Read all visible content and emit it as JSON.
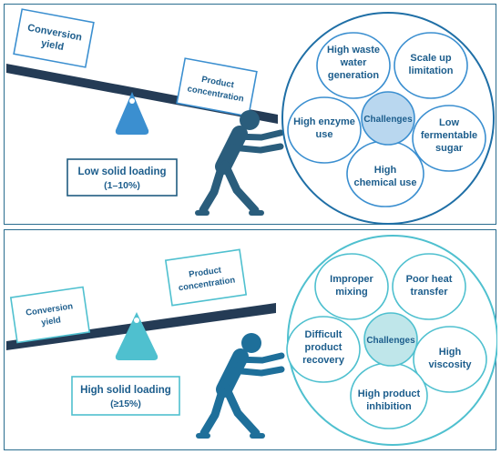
{
  "panels": {
    "low": {
      "seesaw": {
        "left_box": [
          "Conversion",
          "yield"
        ],
        "right_box": [
          "Product",
          "concentration"
        ]
      },
      "loading_box": {
        "line1": "Low solid loading",
        "line2": "(1–10%)"
      },
      "center_label": "Challenges",
      "challenges": [
        [
          "High waste",
          "water",
          "generation"
        ],
        [
          "Scale up",
          "limitation"
        ],
        [
          "Low",
          "fermentable",
          "sugar"
        ],
        [
          "High",
          "chemical use"
        ],
        [
          "High enzyme",
          "use"
        ]
      ],
      "colors": {
        "primary": "#2a6d8f",
        "accent": "#3b8fd0",
        "center_fill": "#b9d7ef"
      }
    },
    "high": {
      "seesaw": {
        "left_box": [
          "Conversion",
          "yield"
        ],
        "right_box": [
          "Product",
          "concentration"
        ]
      },
      "loading_box": {
        "line1": "High solid loading",
        "line2": "(≥15%)"
      },
      "center_label": "Challenges",
      "challenges": [
        [
          "Improper",
          "mixing"
        ],
        [
          "Poor heat",
          "transfer"
        ],
        [
          "High",
          "viscosity"
        ],
        [
          "High product",
          "inhibition"
        ],
        [
          "Difficult",
          "product",
          "recovery"
        ]
      ],
      "colors": {
        "primary": "#2a6d8f",
        "accent": "#4fc0cf",
        "center_fill": "#bfe6ea"
      }
    }
  },
  "icons": {
    "person": "pushing-person-icon",
    "fulcrum": "fulcrum-triangle-icon"
  }
}
